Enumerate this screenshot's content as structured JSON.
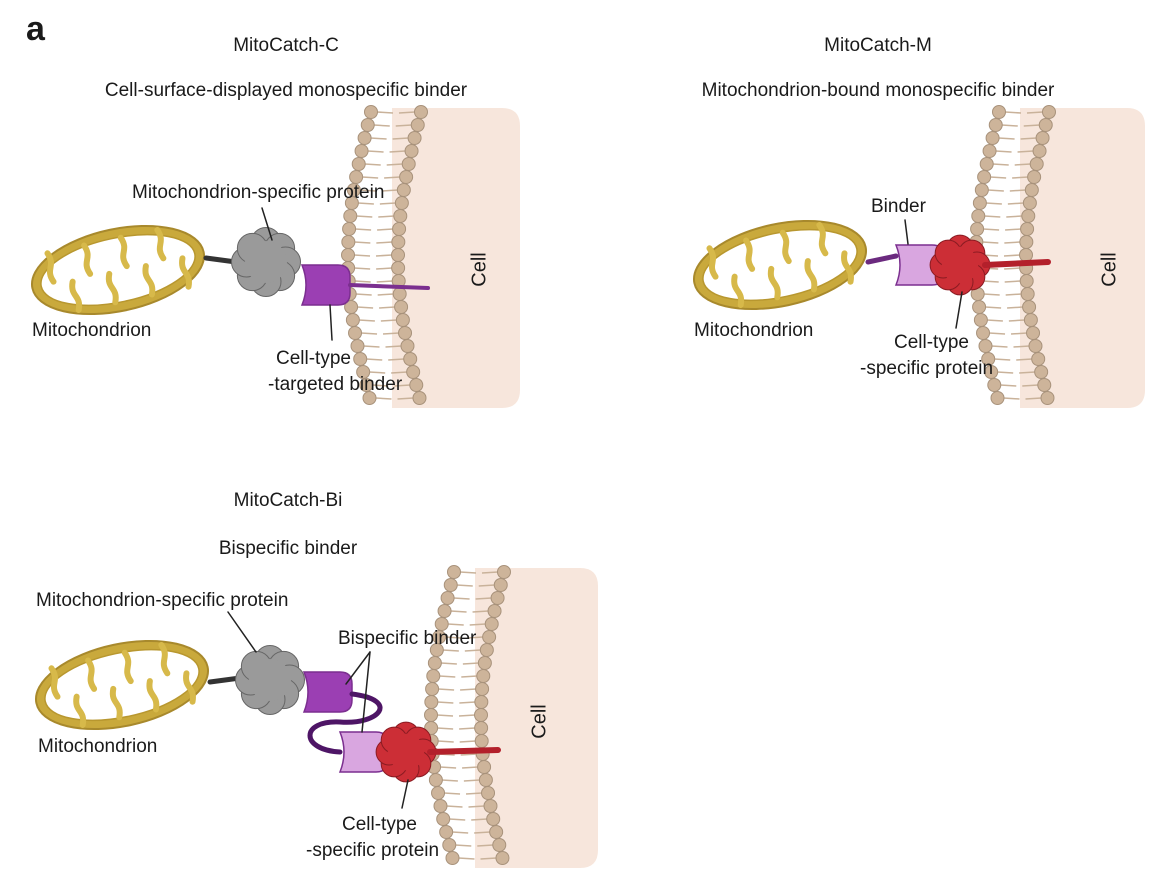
{
  "panel_letter": "a",
  "panels": [
    {
      "title": "MitoCatch-C",
      "subtitle": "Cell-surface-displayed monospecific binder",
      "labels": {
        "mito_protein": "Mitochondrion-specific protein",
        "mitochondrion": "Mitochondrion",
        "binder_1": "Cell-type",
        "binder_2": "-targeted binder",
        "cell": "Cell"
      }
    },
    {
      "title": "MitoCatch-M",
      "subtitle": "Mitochondrion-bound monospecific binder",
      "labels": {
        "binder": "Binder",
        "mitochondrion": "Mitochondrion",
        "cell_protein_1": "Cell-type",
        "cell_protein_2": "-specific protein",
        "cell": "Cell"
      }
    },
    {
      "title": "MitoCatch-Bi",
      "subtitle": "Bispecific binder",
      "labels": {
        "mito_protein": "Mitochondrion-specific protein",
        "bispecific": "Bispecific binder",
        "mitochondrion": "Mitochondrion",
        "cell_protein_1": "Cell-type",
        "cell_protein_2": "-specific protein",
        "cell": "Cell"
      }
    }
  ],
  "colors": {
    "mito_outer": "#c9a93c",
    "mito_fill": "#ffffff",
    "mito_cristae": "#d7b94a",
    "gray_protein": "#9a9a9a",
    "purple_binder": "#9b3fb3",
    "light_binder": "#d9a6e0",
    "red_protein": "#cc2e36",
    "dark_red_linker": "#b3202b",
    "membrane_head": "#cdb49a",
    "membrane_tail": "#ffffff",
    "cell_fill": "#f7e6dc"
  }
}
